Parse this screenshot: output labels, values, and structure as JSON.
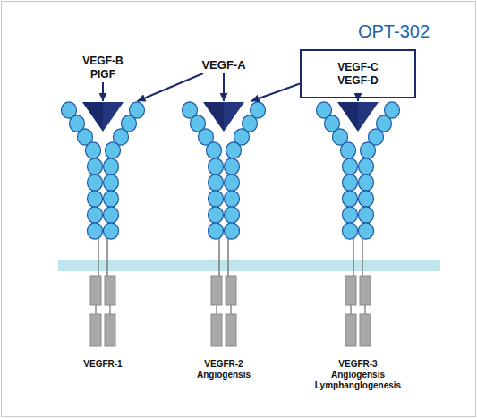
{
  "diagram": {
    "nodes": [
      {
        "text": [
          "VEGF-B PlGF"
        ]
      },
      {
        "text": [
          "VEGF-A"
        ]
      },
      {
        "text": [
          "VEGF-C VEGF-D"
        ]
      },
      {
        "text": [
          "VEGFR-1"
        ]
      },
      {
        "text": [
          "VEGFR-2",
          "Angiogensis"
        ]
      },
      {
        "text": [
          "VEGFR-3",
          "Angiogensis Lymphanglogenesis"
        ]
      }
    ],
    "edges": [
      {
        "from": 0,
        "to": 3,
        "arrow": "to"
      },
      {
        "from": 1,
        "to": 3,
        "arrow": "to"
      },
      {
        "from": 1,
        "to": 4,
        "arrow": "to"
      },
      {
        "from": 2,
        "to": 4,
        "arrow": "to"
      },
      {
        "from": 2,
        "to": 5,
        "arrow": "to"
      }
    ],
    "labels": [
      "OPT-302"
    ]
  }
}
